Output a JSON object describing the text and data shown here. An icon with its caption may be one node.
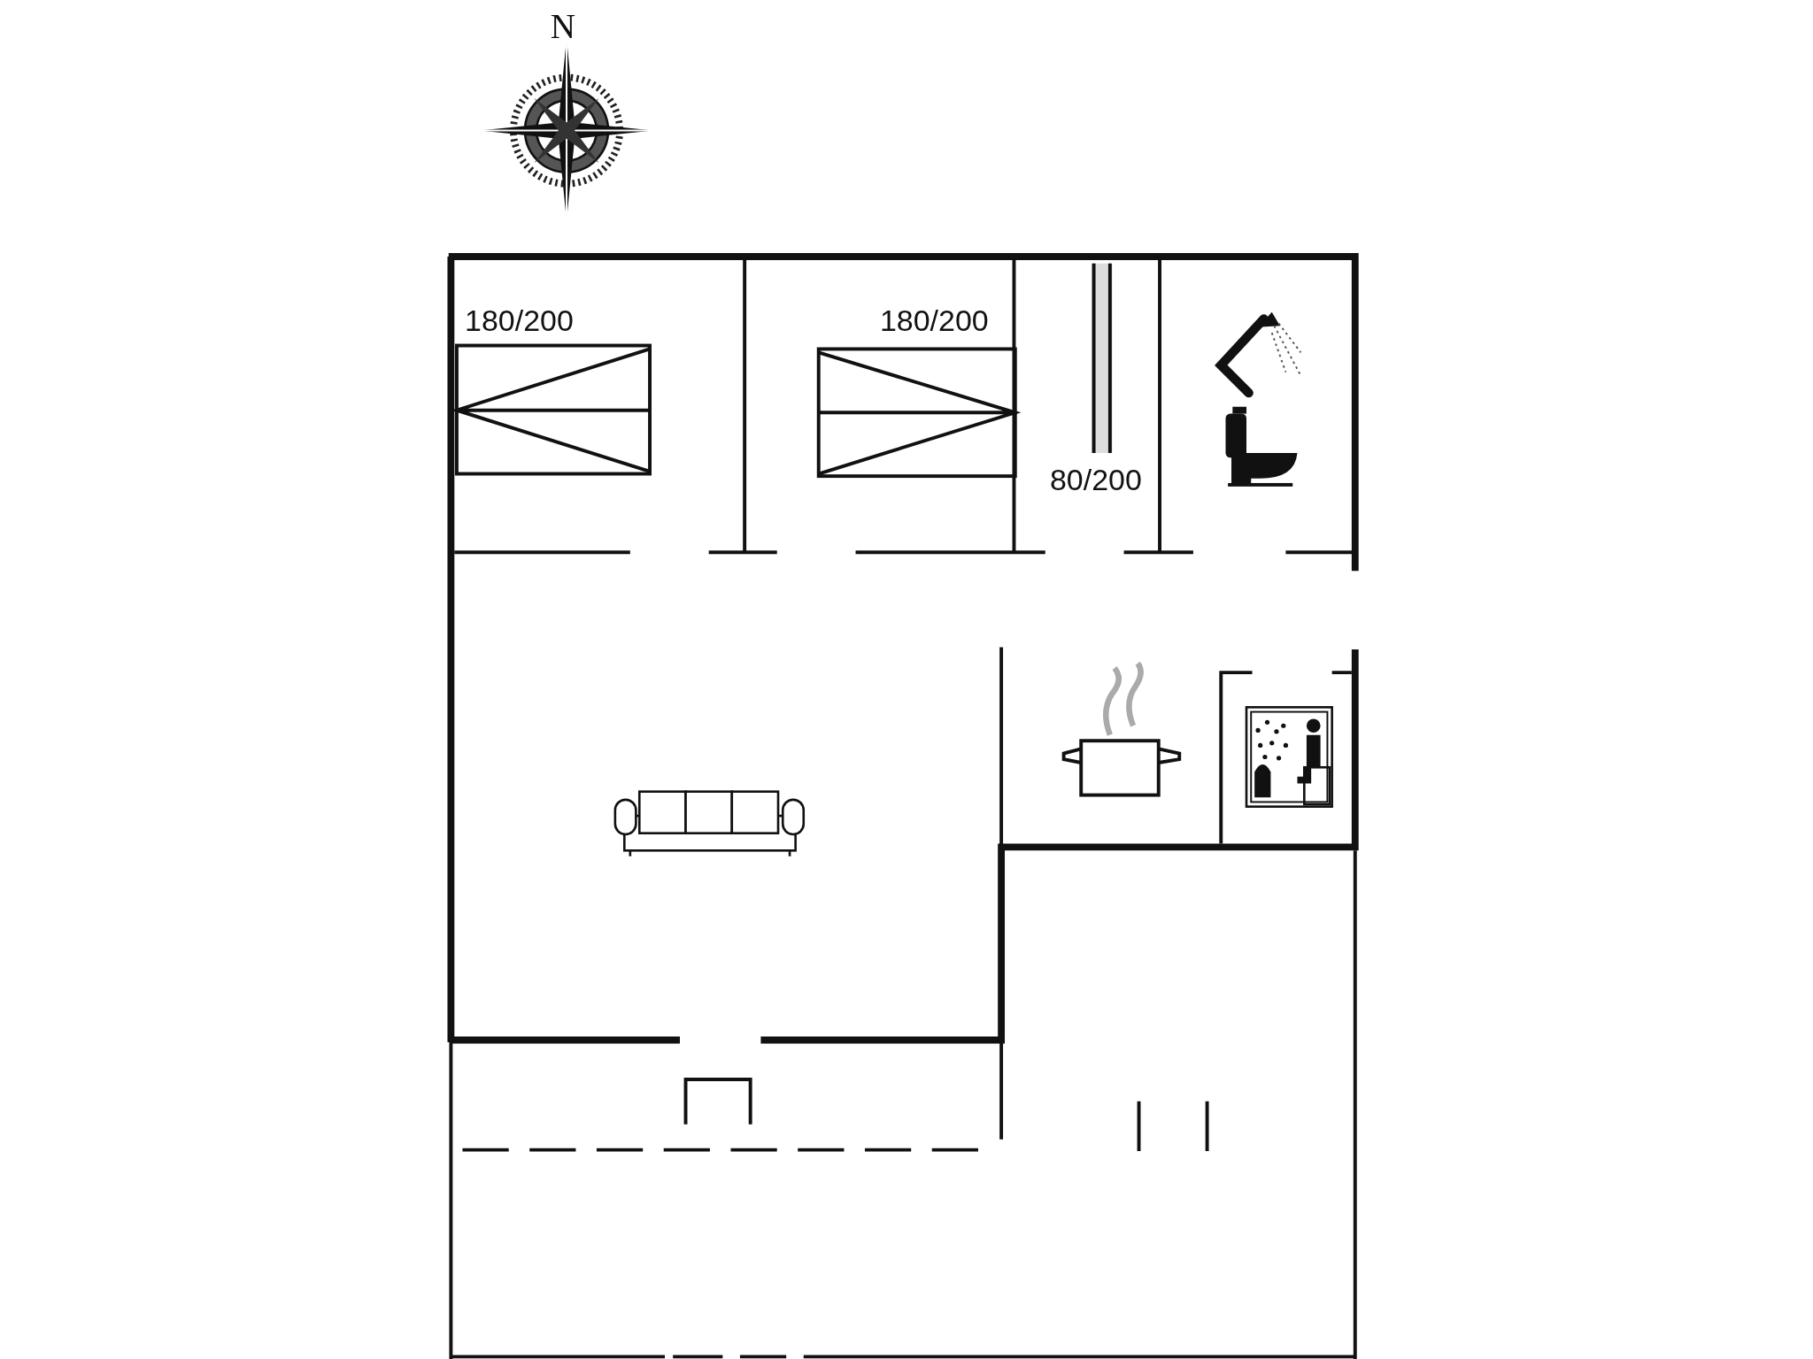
{
  "diagram": {
    "labels": [
      "N",
      "180/200",
      "180/200",
      "80/200"
    ]
  }
}
